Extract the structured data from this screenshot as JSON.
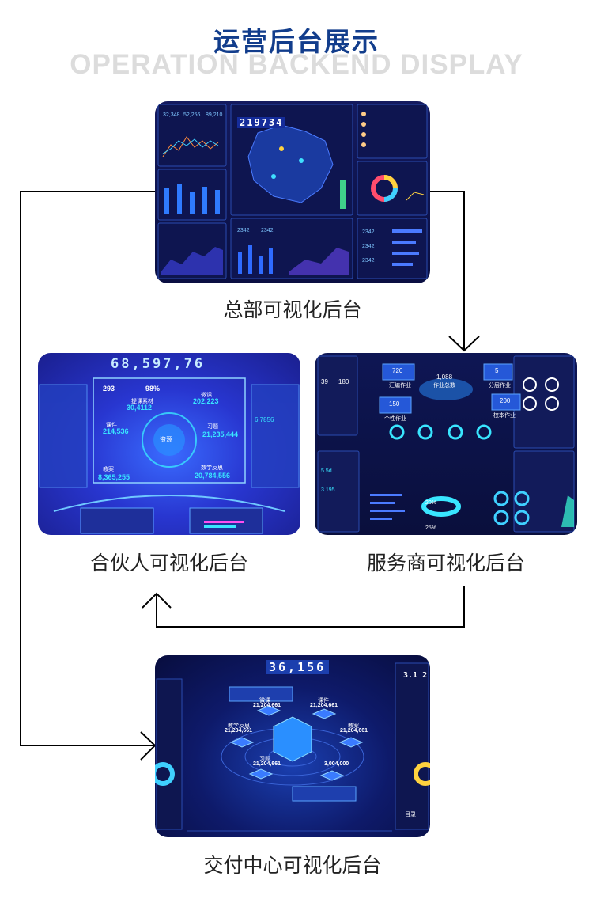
{
  "header": {
    "title": "运营后台展示",
    "subtitle": "OPERATION BACKEND DISPLAY"
  },
  "panels": {
    "hq": {
      "caption": "总部可视化后台",
      "counter": "219734",
      "stats": [
        "32,348",
        "52,256",
        "89,210"
      ],
      "values": [
        "2342",
        "2342",
        "2342",
        "2342",
        "2342"
      ]
    },
    "partner": {
      "caption": "合伙人可视化后台",
      "counter": "68,597,76",
      "percent": "98%",
      "labels": [
        "资源",
        "微课",
        "习题",
        "数学反思",
        "课件",
        "教案",
        "提课素材"
      ],
      "numbers": [
        "30,4112",
        "202,223",
        "214,536",
        "21,235,444",
        "8,365,255",
        "20,784,556",
        "6,7856",
        "293"
      ]
    },
    "provider": {
      "caption": "服务商可视化后台",
      "numbers": [
        "720",
        "1,088",
        "5",
        "150",
        "200",
        "39",
        "180",
        "5.5d",
        "3.195"
      ],
      "percents": [
        "20%",
        "25%"
      ],
      "labels": [
        "汇编作业",
        "作业总数",
        "分层作业",
        "个性作业",
        "校本作业"
      ]
    },
    "delivery": {
      "caption": "交付中心可视化后台",
      "counter": "36,156",
      "side_value": "3.1 2",
      "numbers": [
        "21,204,661",
        "21,204,661",
        "21,204,661",
        "21,204,661",
        "21,204,661",
        "3,004,000"
      ],
      "labels": [
        "微课",
        "课件",
        "教学反思",
        "教案",
        "习题",
        "目录"
      ]
    }
  },
  "colors": {
    "title": "#123d8c",
    "subtitle": "#dcdcdc",
    "panel_dark": "#0b1254",
    "panel_blue": "#2a3bd6",
    "accent_cyan": "#39e6ff",
    "arrow": "#000000"
  }
}
